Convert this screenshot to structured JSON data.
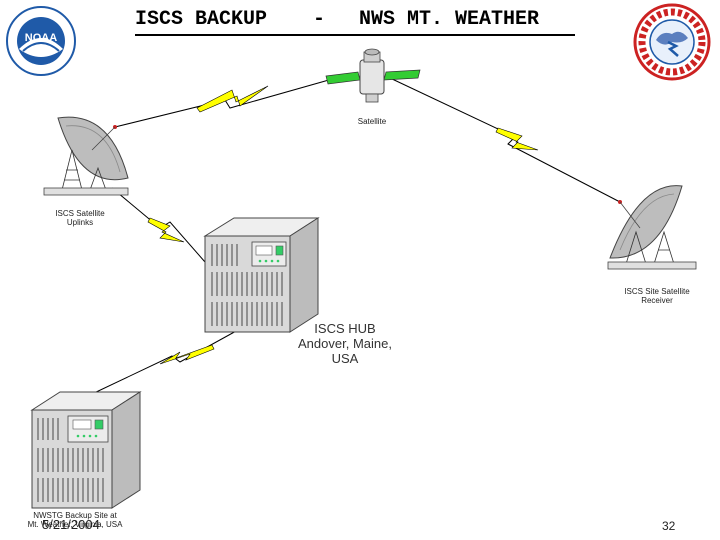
{
  "slide": {
    "title_left": "ISCS BACKUP",
    "title_sep": "-",
    "title_right": "NWS MT. WEATHER",
    "date": "5/21/2004",
    "page_number": "32"
  },
  "logos": {
    "left": {
      "name": "noaa-logo",
      "text": "NOAA"
    },
    "right": {
      "name": "nws-logo"
    }
  },
  "nodes": {
    "satellite": "Satellite",
    "uplink_dish": [
      "ISCS Satellite",
      "Uplinks"
    ],
    "receiver_dish": [
      "ISCS Site Satellite",
      "Receiver"
    ],
    "hub": [
      "ISCS HUB",
      "Andover, Maine,",
      "USA"
    ],
    "backup_site": [
      "NWSTG Backup Site at",
      "Mt. Weather, Virginia, USA"
    ]
  },
  "colors": {
    "lightning": "#ffff00",
    "link_line": "#000000",
    "solar_panel": "#33cc33",
    "server_body": "#d9d9d9",
    "server_screen": "#33cc66",
    "noaa_blue": "#1f5aa8",
    "nws_red": "#cc2222"
  }
}
